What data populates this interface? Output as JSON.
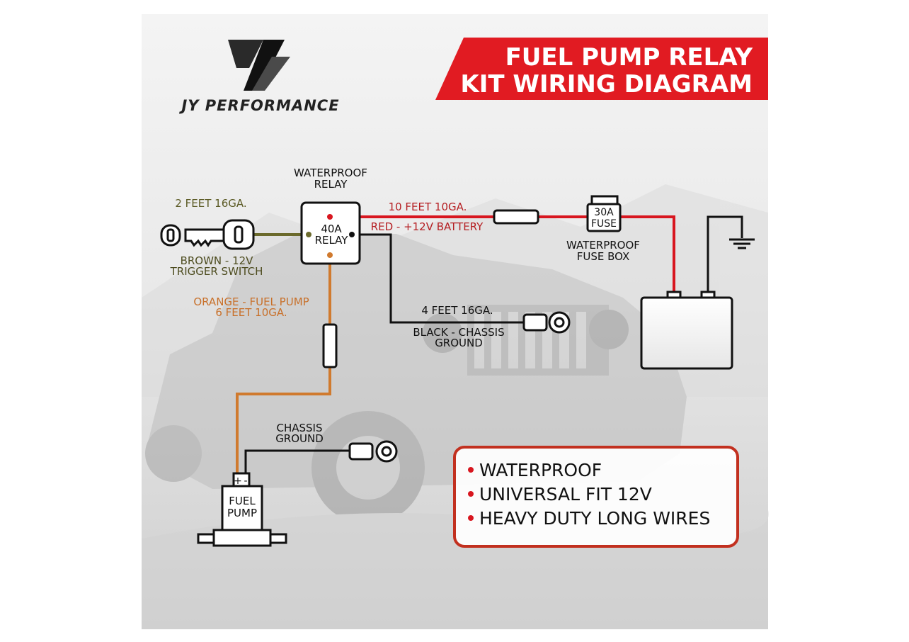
{
  "brand": {
    "name": "JY PERFORMANCE"
  },
  "banner": {
    "line1": "FUEL PUMP RELAY",
    "line2": "KIT WIRING DIAGRAM"
  },
  "relay": {
    "title_line1": "WATERPROOF",
    "title_line2": "RELAY",
    "rating": "40A",
    "label": "RELAY"
  },
  "switch_wire": {
    "length": "2 FEET 16GA.",
    "label_line1": "BROWN - 12V",
    "label_line2": "TRIGGER SWITCH"
  },
  "battery_wire": {
    "length": "10 FEET 10GA.",
    "label": "RED - +12V BATTERY"
  },
  "fuse": {
    "rating": "30A",
    "label": "FUSE",
    "caption_line1": "WATERPROOF",
    "caption_line2": "FUSE BOX"
  },
  "pump_wire": {
    "label_line1": "ORANGE - FUEL PUMP",
    "label_line2": "6 FEET 10GA."
  },
  "ground_wire": {
    "length": "4 FEET 16GA.",
    "label_line1": "BLACK - CHASSIS",
    "label_line2": "GROUND"
  },
  "chassis_ground": {
    "line1": "CHASSIS",
    "line2": "GROUND"
  },
  "fuel_pump": {
    "line1": "FUEL",
    "line2": "PUMP",
    "plus": "+",
    "minus": "-"
  },
  "features": [
    "WATERPROOF",
    "UNIVERSAL FIT 12V",
    "HEAVY DUTY LONG WIRES"
  ],
  "colors": {
    "red": "#d8161f",
    "brown": "#6b6a2c",
    "orange": "#d07a2e",
    "black": "#111111",
    "dark_red_text": "#b51e22"
  }
}
